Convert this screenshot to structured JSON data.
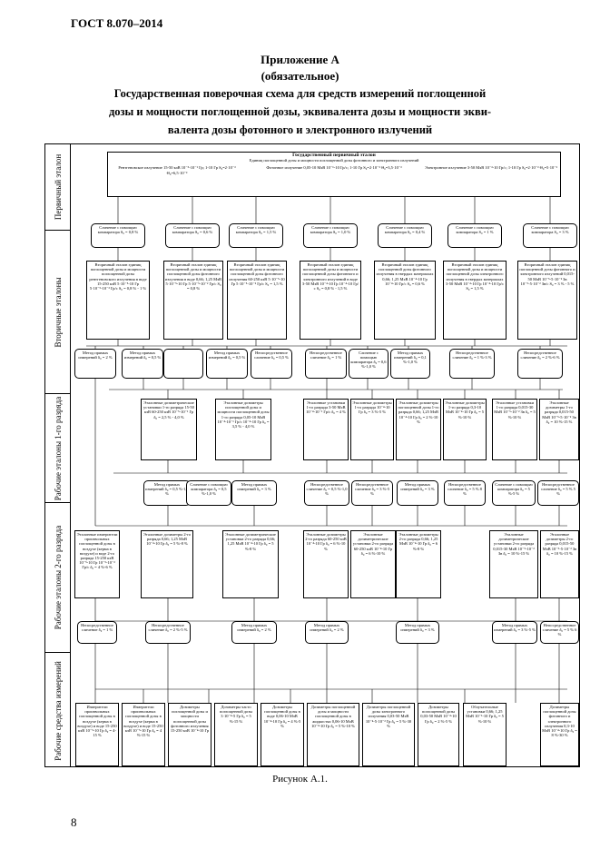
{
  "header": "ГОСТ 8.070–2014",
  "appendix": "Приложение А",
  "mandatory": "(обязательное)",
  "title_lines": [
    "Государственная поверочная схема для средств измерений поглощенной",
    "дозы и мощности поглощенной дозы, эквивалента дозы и мощности экви-",
    "валента дозы фотонного и электронного излучений"
  ],
  "caption": "Рисунок А.1.",
  "page_number": "8",
  "row_labels": [
    "Первичный эталон",
    "Вторичные эталоны",
    "Рабочие эталоны 1-го разряда",
    "Рабочие эталоны 2-го разряда",
    "Рабочие средства измерений"
  ],
  "primary": {
    "title": "Государственный первичный эталон",
    "subtitle": "Единиц поглощенной дозы и мощности поглощенной дозы фотонного и электронного излучений",
    "cols": [
      "Рентгеновское излучение 15-50 кэВ 10⁻⁵-10⁻¹ Гр; 1-10 Гр S₀=2·10⁻³ Θ₀=6,5·10⁻³",
      "Фотонное излучение 0,05-10 МэВ 10⁻⁶-10 Гр/с; 1-10 Гр S₀=2·10⁻³ Θ₀=3,5·10⁻³",
      "Электронное излучение 3-50 МэВ 10⁻³-10 Гр/с; 1-10 Гр S₀=2·10⁻³ Θ₀=5·10⁻³"
    ]
  },
  "comparators": [
    "Сличение с помощью компаратора S₀ = 0,8 %",
    "Сличение с помощью компаратора S₀ = 0,6 %",
    "Сличение с помощью компаратора S₀ = 1,5 %",
    "Сличение с помощью компаратора S₀ = 1,0 %",
    "Сличение с помощью компаратора S₀ = 0,4 %",
    "Сличение с помощью компаратора S₀ = 1 %",
    "Сличение с помощью компаратора S₀ = 3 %"
  ],
  "secondary": [
    "Вторичный эталон единиц поглощенной дозы и мощности поглощенной дозы рентгеновского излучения в воде 15-250 кэВ 5·10⁻⁵-10 Гр 5·10⁻⁵-10⁻² Гр/с S₀ = 0,8 % - 1 %",
    "Вторичный эталон единиц поглощенной дозы и мощности поглощенной дозы фотонного излучения в воде 0,66; 1,25 МэВ 5·10⁻⁵-10 Гр 5·10⁻⁵-10⁻² Гр/с S₀ = 0,8 %",
    "Вторичный эталон единиц поглощенной дозы и мощности поглощенной дозы фотонного излучения 60-250 кэВ 5·10⁻⁵-10 Гр 5·10⁻⁵-10⁻² Гр/с S₀ = 1,5 %",
    "Вторичный эталон единиц поглощенной дозы и мощности поглощенной дозы фотонного и электронного излучений в воде 3-50 МэВ 10⁻⁴-10 Гр 10⁻⁴-10 Гр/с S₀ = 0,8 % - 1,5 %",
    "Вторичный эталон единиц поглощенной дозы фотонного излучения в твердых материалах 0,66; 1,25 МэВ 10⁻⁴-10 Гр 10⁻⁴-10 Гр/с S₀ = 0,6 %",
    "Вторичный эталон единиц поглощенной дозы и мощности поглощенной дозы электронного излучения в твердых материалах 3-50 МэВ 10⁻⁴-10 Гр 10⁻⁴-10 Гр/с S₀ = 1,5 %",
    "Вторичный эталон единиц поглощенной дозы фотонного и электронного излучений 0,015-50 МэВ 10⁻⁵-5·10⁻² Зв 10⁻⁵-5·10⁻² Зв/с S₀ = 3 % - 5 %"
  ],
  "methods_row1": [
    "Метод прямых измерений δ₀ = 2 %",
    "Метод прямых измерений δ₀ = 0,5 %",
    "",
    "Метод прямых измерений δ₀ = 0,5 %",
    "Непосредственное сличение δ₀ = 0,5 %",
    "Непосредственное сличение δ₀ = 1 %",
    "Сличение с помощью компаратора δ₀ = 0,6 %-1,0 %",
    "Метод прямых измерений δ₀ = 0,1 %-1,0 %",
    "Непосредственное сличение δ₀ = 1 %-3 %",
    "Непосредственное сличение δ₀ = 2 %-6 %"
  ],
  "workers1": [
    "Эталонные дозиметрические установки 1-го разряда 15-50 кэВ 60-250 кэВ 10⁻⁵-10⁻¹ Гр δ₀ = 2,5 % - 4,0 %",
    "Эталонные дозиметры поглощенной дозы и мощности поглощенной дозы 1-го разряда 0,05-10 МэВ 10⁻⁴-10⁻¹ Гр/с 10⁻⁴-10 Гр δ₀ = 3,5 % - 4,0 %",
    "Эталонные установки 1-го разряда 3-50 МэВ 10⁻⁴-10⁻¹ Гр/с δ₀ = 4 %",
    "Эталонные дозиметры 1-го разряда 10⁻⁴-10 Гр δ₀ = 3 %-5 %",
    "Эталонные дозиметры поглощенной дозы 1-го разряда 0,66; 1,25 МэВ 10⁻⁴-10 Гр δ₀ = 2 %-10 %",
    "Эталонные дозиметры 1-го разряда 0,3-10 МэВ 10⁻⁴-10 Гр δ₀ = 5 %-10 %",
    "Эталонные установки 1-го разряда 0,015-30 МэВ 10⁻⁵-10⁻² Зв δ₀ = 5 %-10 %",
    "Эталонные дозиметры 1-го разряда 0,015-50 МэВ 10⁻⁵-5·10⁻² Зв δ₀ = 10 %-15 %"
  ],
  "methods_row2": [
    "Метод прямых измерений δ₀ = 0,5 %-1,0 %",
    "Сличение с помощью компаратора δ₀ = 0,5 %-1,0 %",
    "Метод прямых измерений δ₀ = 3 %",
    "Непосредственное сличение δ₀ = 0,5 %-1,0 %",
    "Непосредственное сличение δ₀ = 3 %-5 %",
    "Метод прямых измерений δ₀ = 3 %",
    "Непосредственное сличение δ₀ = 5 % 8 %",
    "Сличение с помощью компаратора δ₀ = 5 %-5 %",
    "Непосредственное сличение δ₀ = 5 % 5 %"
  ],
  "workers2": [
    "Эталонные измерители произвольных поглощенной дозы в воздухе (керма в воздухе) и воде 2-го разряда 15-250 кэВ 10⁻⁵-10 Гр 10⁻⁵-10⁻² Гр/с δ₀ = 4 %-6 %",
    "Эталонные дозиметры 2-го разряда 0,66; 1,25 МэВ 10⁻⁴-10 Гр δ₀ = 5 %-8 %",
    "Эталонные дозиметрические установки 2-го разряда 0,66; 1,25 МэВ 10⁻⁴-10 Гр δ₀ = 5 %-8 %",
    "Эталонные дозиметры 2-го разряда 60-250 кэВ 10⁻⁴-10 Гр δ₀ = 6 %-10 %",
    "Эталонные дозиметрические установки 2-го разряда 60-250 кэВ 10⁻⁴-10 Гр δ₀ = 6 %-10 %",
    "Эталонные дозиметры 2-го разряда 0,66; 1,25 МэВ 10⁻⁴-10 Гр δ₀ = 6 %-8 %",
    "Эталонные дозиметрические установки 2-го разряда 0,015-30 МэВ 10⁻⁵-10⁻² Зв δ₀ = 10 %-15 %",
    "Эталонные дозиметры 2-го разряда 0,015-50 МэВ 10⁻⁵-5·10⁻² Зв δ₀ = 10 %-15 %"
  ],
  "methods_row3": [
    "Непосредственное сличение δ₀ = 1 %",
    "Непосредственное сличение δ₀ = 2 %-5 %",
    "Метод прямых измерений δ₀ = 2 %",
    "Метод прямых измерений δ₀ = 2 %",
    "Метод прямых измерений δ₀ = 3 %",
    "Метод прямых измерений δ₀ = 3 %-5 %",
    "Непосредственное сличение δ₀ = 5 % 6 %"
  ],
  "instruments": [
    "Измерители произвольных поглощенной дозы в воздухе (керма в воздухе) и воде 15-250 кэВ 10⁻⁵-10 Гр δ₀ = 4-15 %",
    "Измерители произвольных поглощенной дозы в воздухе (керма в воздухе) и воде 15-250 кэВ 10⁻⁵-10 Гр δ₀ = 4 %-15 %",
    "Дозиметры поглощенной дозы и мощности поглощенной дозы фотонного излучения 15-250 кэВ 10⁻⁴-10 Гр",
    "Дозиметры часто поглощенной дозы 3·10⁻⁴-5 Гр δ₀ = 5 %-15 %",
    "Дозиметры поглощенной дозы в воде 0,06-10 МэВ 10⁻⁴-10 Гр δ₀ = 4 %-5 %",
    "Дозиметры поглощенной дозы и мощности поглощенной дозы в жидкостях 0,06-10 МэВ 10⁻⁴-10 Гр δ₀ = 5 %-10 %",
    "Дозиметры поглощенной дозы электронного излучения 0,03-50 МэВ 10⁻⁴-5·10⁻² Гр δ₀ = 5 %-30 %",
    "Дозиметры поглощенной дозы 0,03-50 МэВ 10⁻⁴-10 Гр δ₀ = 2 %-5 %",
    "Облучательные установки 0,66; 1,25 МэВ 10⁻¹-10 Гр δ₀ = 5 %-10 %",
    "Дозиметры поглощенной дозы фотонного и электронного излучения 0,3-10 МэВ 10⁻⁴-10 Гр δ₀ = 8 %-30 %"
  ]
}
